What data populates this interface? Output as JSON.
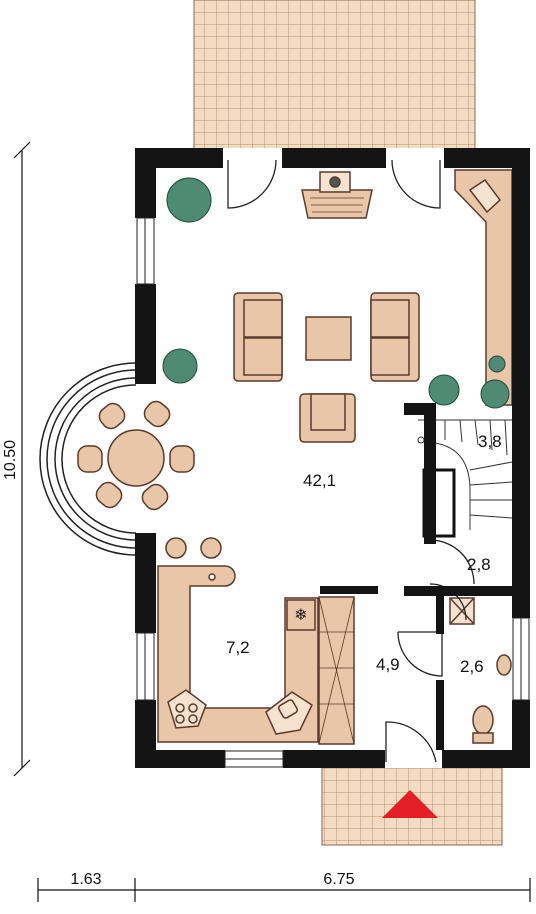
{
  "floor_plan": {
    "rooms": [
      {
        "id": "living",
        "area": "42,1"
      },
      {
        "id": "stairs",
        "area": "3,8"
      },
      {
        "id": "storage",
        "area": "2,8"
      },
      {
        "id": "kitchen",
        "area": "7,2"
      },
      {
        "id": "hall",
        "area": "4,9"
      },
      {
        "id": "wc",
        "area": "2,6"
      }
    ],
    "dimensions": {
      "height": "10.50",
      "left_offset": "1.63",
      "width": "6.75"
    }
  },
  "colors": {
    "wall": "#141414",
    "furniture_fill": "#e9c6a8",
    "furniture_stroke": "#5a3b2a",
    "terrace_tile": "#f3dcc2",
    "terrace_grid": "#b58f73",
    "plant": "#4f8a74",
    "entrance_arrow": "#e31e24"
  }
}
